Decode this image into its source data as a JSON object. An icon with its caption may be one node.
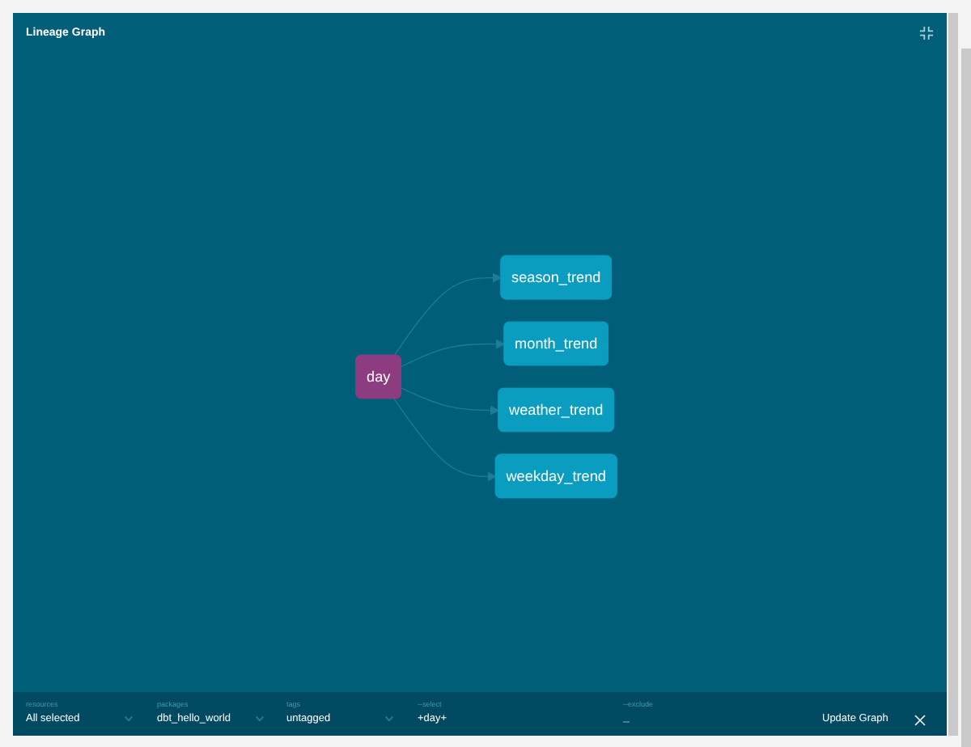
{
  "diagram": {
    "title": "Lineage Graph",
    "nodes": [
      {
        "text": [
          "day"
        ]
      },
      {
        "text": [
          "season_trend"
        ]
      },
      {
        "text": [
          "month_trend"
        ]
      },
      {
        "text": [
          "weather_trend"
        ]
      },
      {
        "text": [
          "weekday_trend"
        ]
      }
    ],
    "edges": [
      {
        "from": 0,
        "to": 1,
        "arrow": "to"
      },
      {
        "from": 0,
        "to": 2,
        "arrow": "to"
      },
      {
        "from": 0,
        "to": 3,
        "arrow": "to"
      },
      {
        "from": 0,
        "to": 4,
        "arrow": "to"
      }
    ],
    "labels": [
      "resources",
      "All selected",
      "packages",
      "dbt_hello_world",
      "tags",
      "untagged",
      "--select",
      "+day+",
      "--exclude",
      "Update Graph"
    ]
  }
}
